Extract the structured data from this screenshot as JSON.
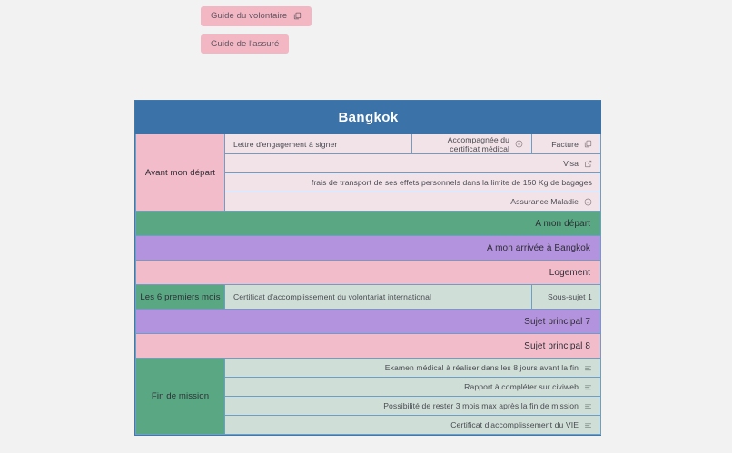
{
  "page": {
    "background": "#f2f2f2"
  },
  "guides": {
    "buttons": [
      {
        "label": "Guide du volontaire",
        "icon": "copy-icon",
        "has_icon": true
      },
      {
        "label": "Guide de l'assuré",
        "icon": "",
        "has_icon": false
      }
    ],
    "color": "#f3b7c4"
  },
  "table": {
    "title": "Bangkok",
    "title_color": "#3b72a8",
    "border_color": "#6d9ec6",
    "palette": {
      "pink": "#f3bccb",
      "green": "#59a883",
      "purple": "#b392de",
      "cell_pink": "#f1e3e7",
      "cell_green": "#cfded6"
    },
    "sections": [
      {
        "category": "Avant mon départ",
        "category_color": "#f3bccb",
        "rows": [
          {
            "cells": [
              {
                "text": "Lettre d'engagement à signer",
                "align": "left",
                "icon": ""
              },
              {
                "text": "Accompagnée du certificat médical",
                "align": "right",
                "icon": "minus-circle-icon"
              },
              {
                "text": "Facture",
                "align": "right",
                "icon": "copy-icon"
              }
            ]
          },
          {
            "cells": [
              {
                "text": "Visa",
                "align": "right",
                "icon": "external-link-icon"
              }
            ]
          },
          {
            "cells": [
              {
                "text": "frais de transport de ses effets personnels dans la limite de 150 Kg de bagages",
                "align": "right",
                "icon": ""
              }
            ]
          },
          {
            "cells": [
              {
                "text": "Assurance Maladie",
                "align": "right",
                "icon": "minus-circle-icon"
              }
            ]
          }
        ]
      },
      {
        "banner": "A mon départ",
        "color": "#59a883"
      },
      {
        "banner": "A mon arrivée à Bangkok",
        "color": "#b392de"
      },
      {
        "banner": "Logement",
        "color": "#f3bccb"
      },
      {
        "category": "Les 6 premiers mois",
        "category_color": "#59a883",
        "rows": [
          {
            "cells": [
              {
                "text": "Certificat d'accomplissement du volontariat international",
                "align": "left",
                "icon": ""
              },
              {
                "text": "Sous-sujet 1",
                "align": "right",
                "icon": ""
              }
            ]
          }
        ]
      },
      {
        "banner": "Sujet principal 7",
        "color": "#b392de"
      },
      {
        "banner": "Sujet principal 8",
        "color": "#f3bccb"
      },
      {
        "category": "Fin de mission",
        "category_color": "#59a883",
        "rows": [
          {
            "cells": [
              {
                "text": "Examen médical à réaliser dans les 8 jours avant la fin",
                "align": "right",
                "icon": "list-icon"
              }
            ]
          },
          {
            "cells": [
              {
                "text": "Rapport à compléter sur civiweb",
                "align": "right",
                "icon": "list-icon"
              }
            ]
          },
          {
            "cells": [
              {
                "text": "Possibilité de rester 3 mois max après la fin de mission",
                "align": "right",
                "icon": "list-icon"
              }
            ]
          },
          {
            "cells": [
              {
                "text": "Certificat  d'accomplissement du VIE",
                "align": "right",
                "icon": "list-icon"
              }
            ]
          }
        ]
      }
    ]
  }
}
